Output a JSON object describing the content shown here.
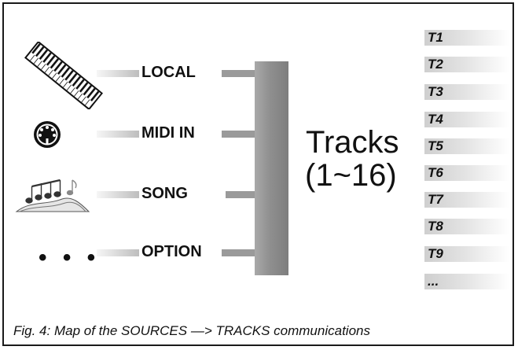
{
  "sources": [
    {
      "label": "LOCAL",
      "icon": "keyboard-icon"
    },
    {
      "label": "MIDI IN",
      "icon": "midi-port-icon"
    },
    {
      "label": "SONG",
      "icon": "music-notes-icon"
    },
    {
      "label": "OPTION",
      "icon": "ellipsis-icon",
      "glyph": "• • •"
    }
  ],
  "tracks_title": "Tracks",
  "tracks_range": "(1~16)",
  "tracks": [
    "T1",
    "T2",
    "T3",
    "T4",
    "T5",
    "T6",
    "T7",
    "T8",
    "T9",
    "..."
  ],
  "caption": {
    "fig": "Fig. 4",
    "text": ": Map of the SOURCES —> TRACKS communications"
  }
}
